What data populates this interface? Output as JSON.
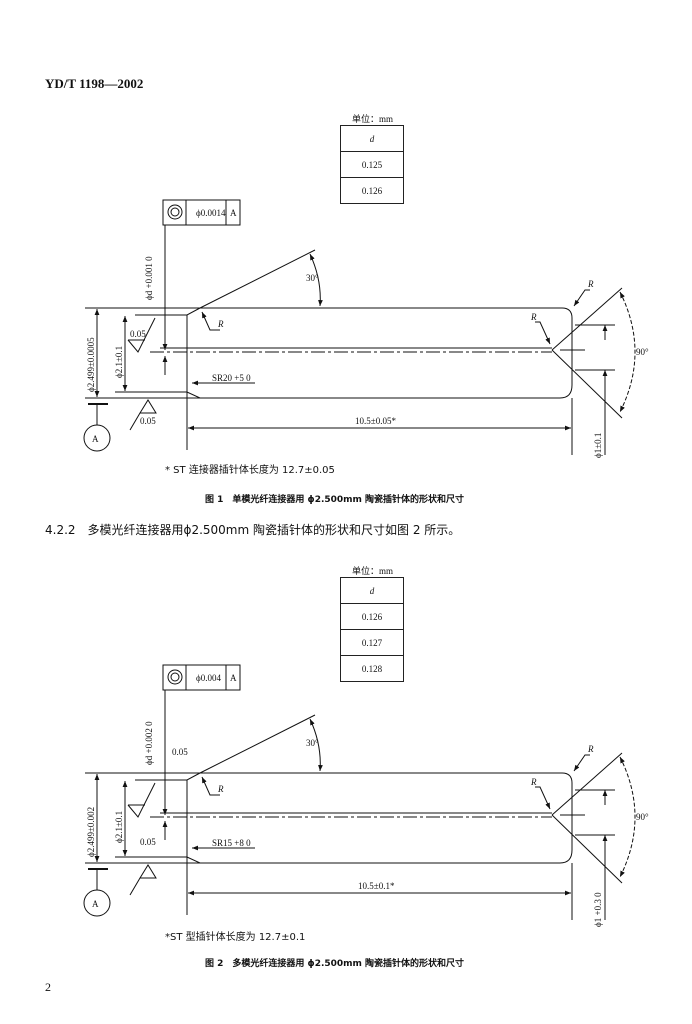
{
  "header": {
    "standard_code": "YD/T 1198—2002"
  },
  "figure1": {
    "unit_label": "单位：mm",
    "table": {
      "header": "d",
      "rows": [
        "0.125",
        "0.126"
      ]
    },
    "tolerance_frame": {
      "symbol": "concentricity",
      "value": "ϕ0.0014",
      "datum": "A"
    },
    "dims": {
      "bore": "ϕd +0.001 0",
      "outer_diameter": "ϕ2.499±0.0005",
      "inner_diameter": "ϕ2.1±0.1",
      "angle_chamfer": "30°",
      "angle_cone": "90°",
      "radius_1": "R",
      "radius_2": "R",
      "radius_3": "R",
      "roughness_1": "0.05",
      "roughness_2": "0.05",
      "sphere_radius": "SR20 +5 0",
      "length": "10.5±0.05*",
      "cone_diameter": "ϕ1±0.1",
      "datum": "A"
    },
    "footnote": "* ST 连接器插针体长度为 12.7±0.05",
    "caption": "图 1　单模光纤连接器用 ϕ2.500mm 陶瓷插针体的形状和尺寸"
  },
  "section_text": "4.2.2　多模光纤连接器用ϕ2.500mm 陶瓷插针体的形状和尺寸如图 2 所示。",
  "figure2": {
    "unit_label": "单位：mm",
    "table": {
      "header": "d",
      "rows": [
        "0.126",
        "0.127",
        "0.128"
      ]
    },
    "tolerance_frame": {
      "symbol": "concentricity",
      "value": "ϕ0.004",
      "datum": "A"
    },
    "dims": {
      "bore": "ϕd +0.002 0",
      "outer_diameter": "ϕ2.499±0.002",
      "inner_diameter": "ϕ2.1±0.1",
      "angle_chamfer": "30°",
      "angle_cone": "90°",
      "radius_1": "R",
      "radius_2": "R",
      "radius_3": "R",
      "roughness_1": "0.05",
      "roughness_2": "0.05",
      "sphere_radius": "SR15 +8 0",
      "length": "10.5±0.1*",
      "cone_diameter": "ϕ1 +0.3 0",
      "datum": "A"
    },
    "footnote": "*ST 型插针体长度为 12.7±0.1",
    "caption": "图 2　多模光纤连接器用 ϕ2.500mm 陶瓷插针体的形状和尺寸"
  },
  "page_number": "2"
}
